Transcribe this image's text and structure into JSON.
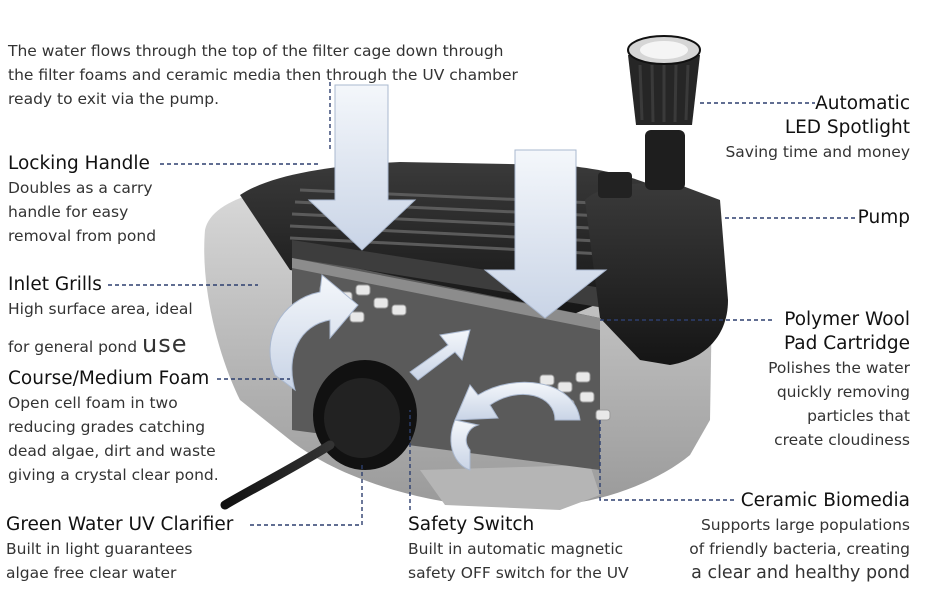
{
  "intro": "The water flows through the top of the filter cage down through\nthe filter foams and ceramic media then through the UV chamber\nready to exit via the pump.",
  "callouts": {
    "locking_handle": {
      "title": "Locking Handle",
      "desc": "Doubles as a carry\nhandle for easy\nremoval from pond"
    },
    "inlet_grills": {
      "title": "Inlet Grills",
      "desc": "High surface area, ideal",
      "desc2_prefix": "for general pond ",
      "desc2_big": "use"
    },
    "foam": {
      "title": "Course/Medium Foam",
      "desc": "Open cell foam in two\nreducing grades catching\ndead algae, dirt and waste\ngiving a crystal clear pond."
    },
    "uv_clarifier": {
      "title": "Green Water UV Clarifier",
      "desc": "Built in light guarantees\nalgae free clear water"
    },
    "safety_switch": {
      "title": "Safety Switch",
      "desc": "Built in automatic magnetic\nsafety OFF switch for the UV"
    },
    "led_spotlight": {
      "title": "Automatic\nLED Spotlight",
      "desc": "Saving time and money"
    },
    "pump": {
      "title": "Pump"
    },
    "polymer_wool": {
      "title": "Polymer Wool\nPad Cartridge",
      "desc": "Polishes the water\nquickly removing\nparticles that\ncreate cloudiness"
    },
    "ceramic_biomedia": {
      "title": "Ceramic Biomedia",
      "desc": "Supports large populations\nof friendly bacteria, creating",
      "desc_last": "a clear and healthy pond"
    }
  },
  "colors": {
    "leader": "#2d3f6e",
    "arrow": "#dfe6f1",
    "arrow_edge": "#aab8cf",
    "housing": "#2a2a2a",
    "shell": "#c9c9c9"
  }
}
